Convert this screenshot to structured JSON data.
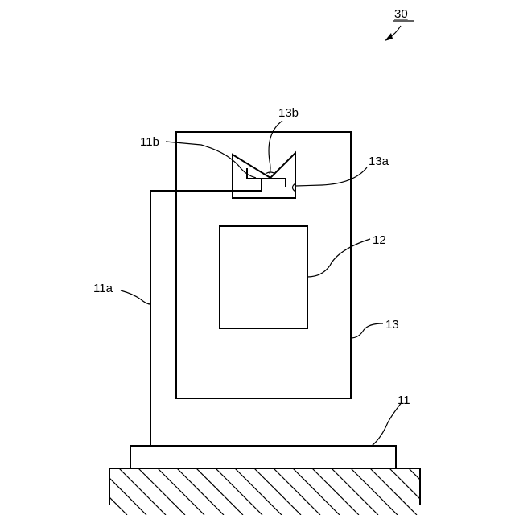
{
  "figure": {
    "ref_number": "30",
    "labels": {
      "l13b": "13b",
      "l11b": "11b",
      "l13a": "13a",
      "l12": "12",
      "l11a": "11a",
      "l13": "13",
      "l11": "11"
    }
  }
}
